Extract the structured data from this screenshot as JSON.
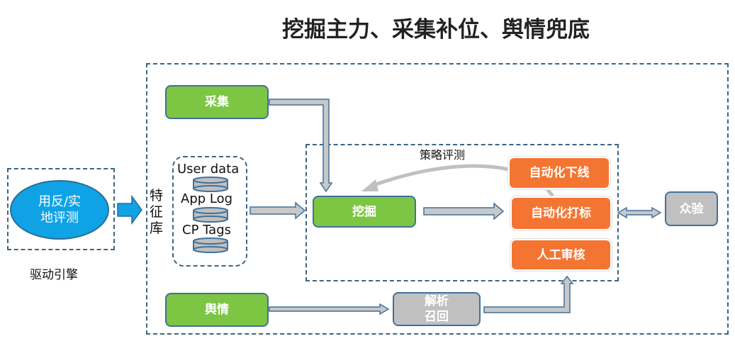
{
  "title": "挖掘主力、采集补位、舆情兜底",
  "driver": {
    "ellipse_text": "用反/实\n地评测",
    "label": "驱动引擎"
  },
  "feature_store": {
    "label": "特征库",
    "items": [
      "User data",
      "App Log",
      "CP Tags"
    ]
  },
  "boxes": {
    "collect": "采集",
    "mining": "挖掘",
    "sentiment": "舆情",
    "parse_recall": "解析\n召回",
    "crowd": "众验"
  },
  "strategy": {
    "label": "策略评测",
    "items": [
      "自动化下线",
      "自动化打标",
      "人工审核"
    ]
  },
  "colors": {
    "green": "#7cc644",
    "orange": "#f47532",
    "gray": "#c0c0c0",
    "blue": "#0fa3e6",
    "border": "#41719c"
  }
}
